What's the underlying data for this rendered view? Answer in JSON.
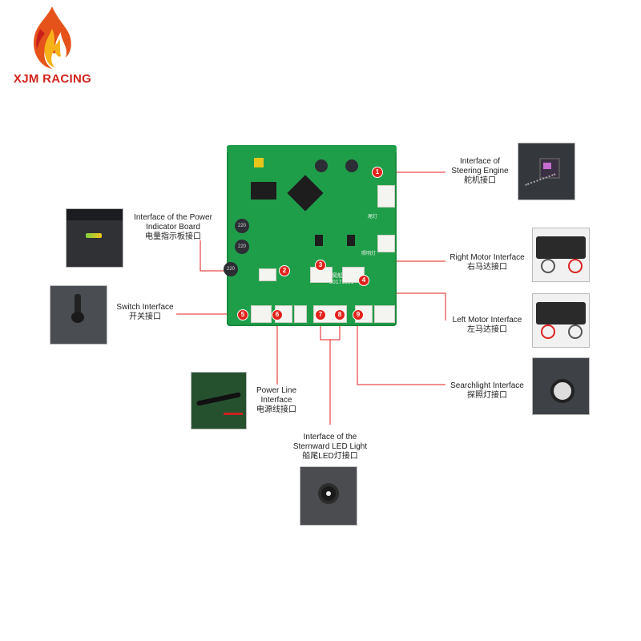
{
  "brand": {
    "name": "XJM RACING",
    "flame_colors": [
      "#f7b21a",
      "#e5531b",
      "#c81f1a"
    ]
  },
  "board": {
    "color": "#1f9e4a",
    "silk_text_1": "打窝船K3",
    "silk_text_2": "20171101",
    "silk_text_3": "照明灯",
    "silk_text_4": "尾灯",
    "cap_text": "220"
  },
  "callouts": [
    {
      "number": "1",
      "title_lines": [
        "Interface of",
        "Steering Engine"
      ],
      "cn": "舵机接口"
    },
    {
      "number": "2",
      "title_lines": [
        "Interface of the Power",
        "Indicator Board"
      ],
      "cn": "电量指示板接口"
    },
    {
      "number": "3",
      "title_lines": [
        "Right Motor Interface"
      ],
      "cn": "右马达接口"
    },
    {
      "number": "4",
      "title_lines": [
        "Left Motor Interface"
      ],
      "cn": "左马达接口"
    },
    {
      "number": "5",
      "title_lines": [
        "Switch Interface"
      ],
      "cn": "开关接口"
    },
    {
      "number": "6",
      "title_lines": [
        "Power Line",
        "Interface"
      ],
      "cn": "电源线接口"
    },
    {
      "number": "7",
      "title_lines": [
        "Interface of the",
        "Sternward LED Light"
      ],
      "cn": "船尾LED灯接口"
    },
    {
      "number": "8",
      "title_lines": [],
      "cn": ""
    },
    {
      "number": "9",
      "title_lines": [
        "Searchlight Interface"
      ],
      "cn": "探照灯接口"
    }
  ],
  "colors": {
    "accent": "#e2221c",
    "line": "#e2221c",
    "thumb_bg": "#3a3d42"
  }
}
